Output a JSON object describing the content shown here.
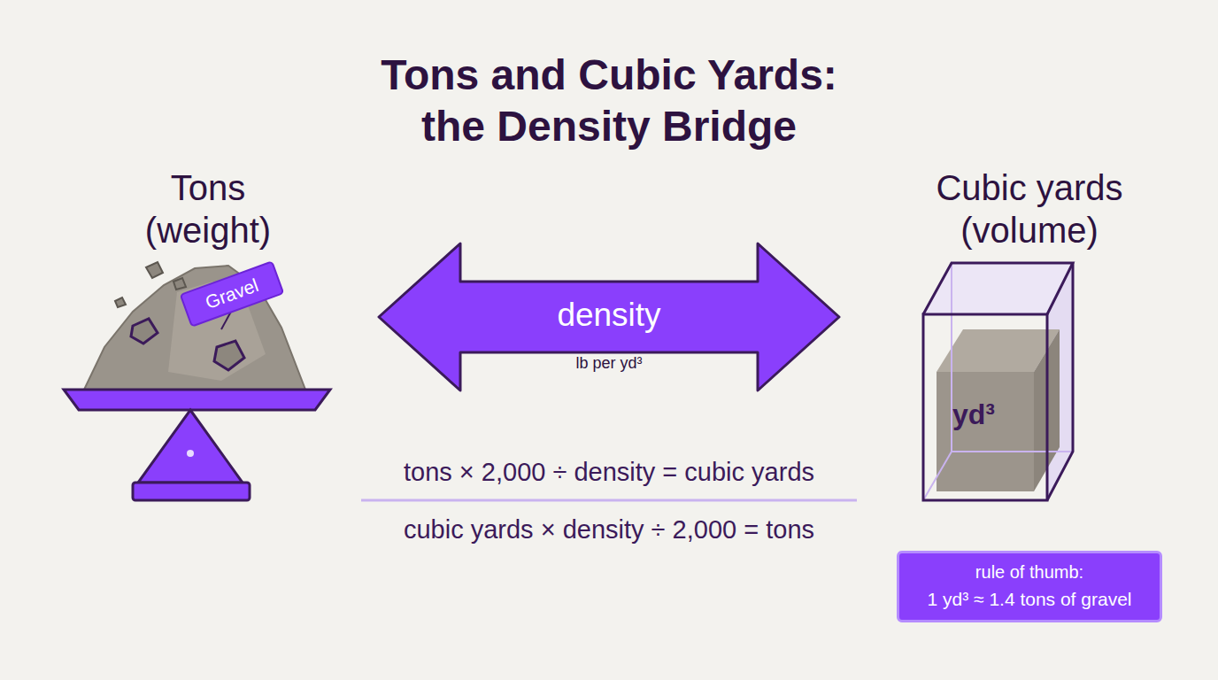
{
  "diagram": {
    "title": "Tons and Cubic Yards: the Density Bridge",
    "nodes": [
      {
        "text": [
          "Tons (weight)"
        ]
      },
      {
        "text": [
          "Gravel"
        ],
        "in": 0
      },
      {
        "text": [
          "Cubic yards (volume)",
          "yd³"
        ]
      },
      {
        "text": [
          "rule of thumb:",
          "1 yd³ ≈ 1.4 tons of gravel"
        ]
      }
    ],
    "edges": [
      {
        "from": 0,
        "to": 2,
        "label": "density",
        "arrow": "both"
      }
    ],
    "labels": [
      "lb per yd³",
      "tons × 2,000 ÷ density = cubic yards",
      "cubic yards × density ÷ 2,000 = tons"
    ]
  }
}
